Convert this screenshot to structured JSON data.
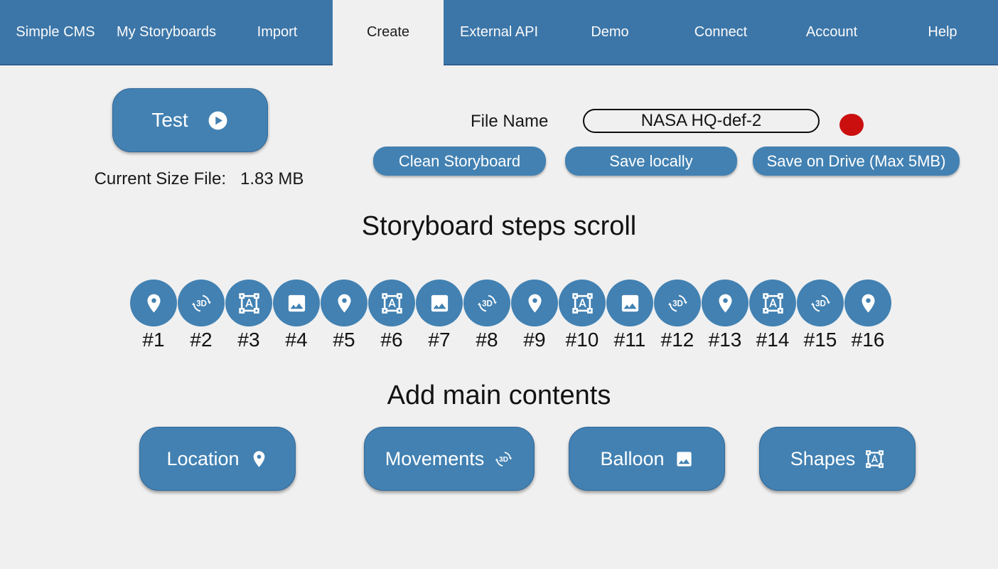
{
  "nav": {
    "items": [
      {
        "label": "Simple CMS",
        "active": false
      },
      {
        "label": "My Storyboards",
        "active": false
      },
      {
        "label": "Import",
        "active": false
      },
      {
        "label": "Create",
        "active": true
      },
      {
        "label": "External API",
        "active": false
      },
      {
        "label": "Demo",
        "active": false
      },
      {
        "label": "Connect",
        "active": false
      },
      {
        "label": "Account",
        "active": false
      },
      {
        "label": "Help",
        "active": false
      }
    ]
  },
  "toolbar": {
    "test_button_label": "Test",
    "current_size_label": "Current Size File:",
    "current_size_value": "1.83 MB",
    "file_name_label": "File Name",
    "file_name_value": "NASA HQ-def-2",
    "clean_button_label": "Clean Storyboard",
    "save_locally_label": "Save locally",
    "save_drive_label": "Save on Drive (Max 5MB)"
  },
  "steps": {
    "title": "Storyboard steps scroll",
    "items": [
      {
        "label": "#1",
        "icon": "location"
      },
      {
        "label": "#2",
        "icon": "3d"
      },
      {
        "label": "#3",
        "icon": "shapes"
      },
      {
        "label": "#4",
        "icon": "image"
      },
      {
        "label": "#5",
        "icon": "location"
      },
      {
        "label": "#6",
        "icon": "shapes"
      },
      {
        "label": "#7",
        "icon": "image"
      },
      {
        "label": "#8",
        "icon": "3d"
      },
      {
        "label": "#9",
        "icon": "location"
      },
      {
        "label": "#10",
        "icon": "shapes"
      },
      {
        "label": "#11",
        "icon": "image"
      },
      {
        "label": "#12",
        "icon": "3d"
      },
      {
        "label": "#13",
        "icon": "location"
      },
      {
        "label": "#14",
        "icon": "shapes"
      },
      {
        "label": "#15",
        "icon": "3d"
      },
      {
        "label": "#16",
        "icon": "location"
      }
    ]
  },
  "contents": {
    "title": "Add main contents",
    "buttons": [
      {
        "label": "Location",
        "icon": "location"
      },
      {
        "label": "Movements",
        "icon": "3d"
      },
      {
        "label": "Balloon",
        "icon": "image"
      },
      {
        "label": "Shapes",
        "icon": "shapes"
      }
    ]
  },
  "colors": {
    "navbar_blue": "#3c76a8",
    "control_blue": "#4281b2",
    "record_red": "#cb0f0f",
    "page_background": "#f0f0f0",
    "active_tab_background": "#f0f0f0"
  }
}
